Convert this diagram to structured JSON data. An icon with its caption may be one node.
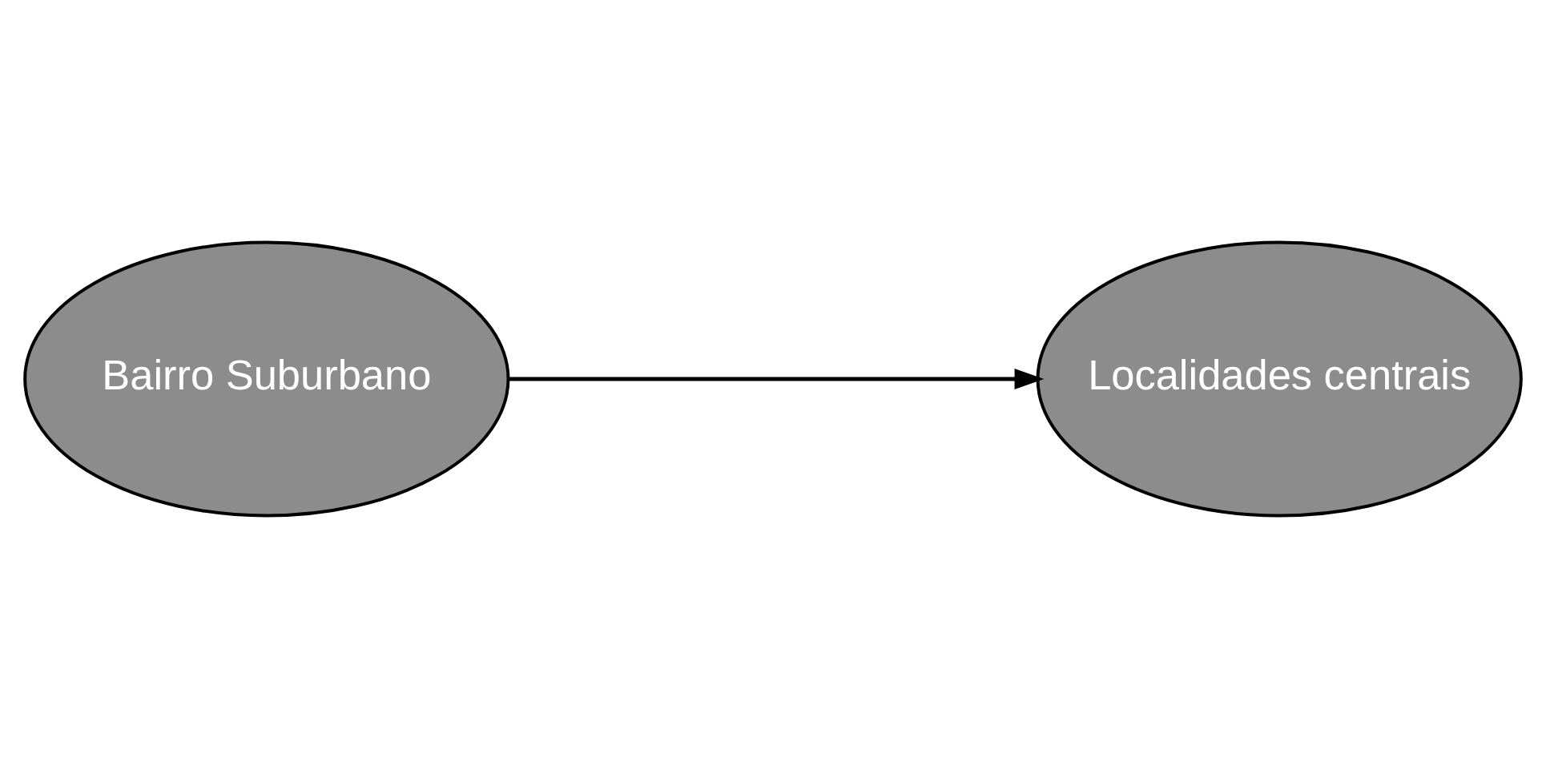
{
  "diagram": {
    "nodes": [
      {
        "text": [
          "Bairro Suburbano"
        ]
      },
      {
        "text": [
          "Localidades centrais"
        ]
      }
    ],
    "edges": [
      {
        "from": 0,
        "to": 1,
        "arrow": "to"
      }
    ]
  }
}
